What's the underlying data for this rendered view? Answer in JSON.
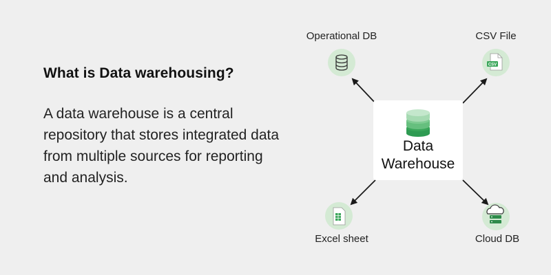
{
  "heading": "What is Data warehousing?",
  "description": "A data warehouse is a central repository that stores integrated data from multiple sources for reporting and analysis.",
  "hub": {
    "line1": "Data",
    "line2": "Warehouse",
    "icon": "database-stack-icon"
  },
  "nodes": {
    "operational_db": {
      "label": "Operational DB",
      "icon": "database-icon"
    },
    "csv_file": {
      "label": "CSV File",
      "icon": "csv-file-icon",
      "badge": "CSV"
    },
    "excel_sheet": {
      "label": "Excel sheet",
      "icon": "spreadsheet-icon"
    },
    "cloud_db": {
      "label": "Cloud DB",
      "icon": "cloud-server-icon"
    }
  },
  "colors": {
    "background": "#efefef",
    "node_circle": "#d4ead4",
    "accent_green": "#3aa65a",
    "dark_green": "#2e8b4a",
    "arrow": "#1a1a1a"
  }
}
